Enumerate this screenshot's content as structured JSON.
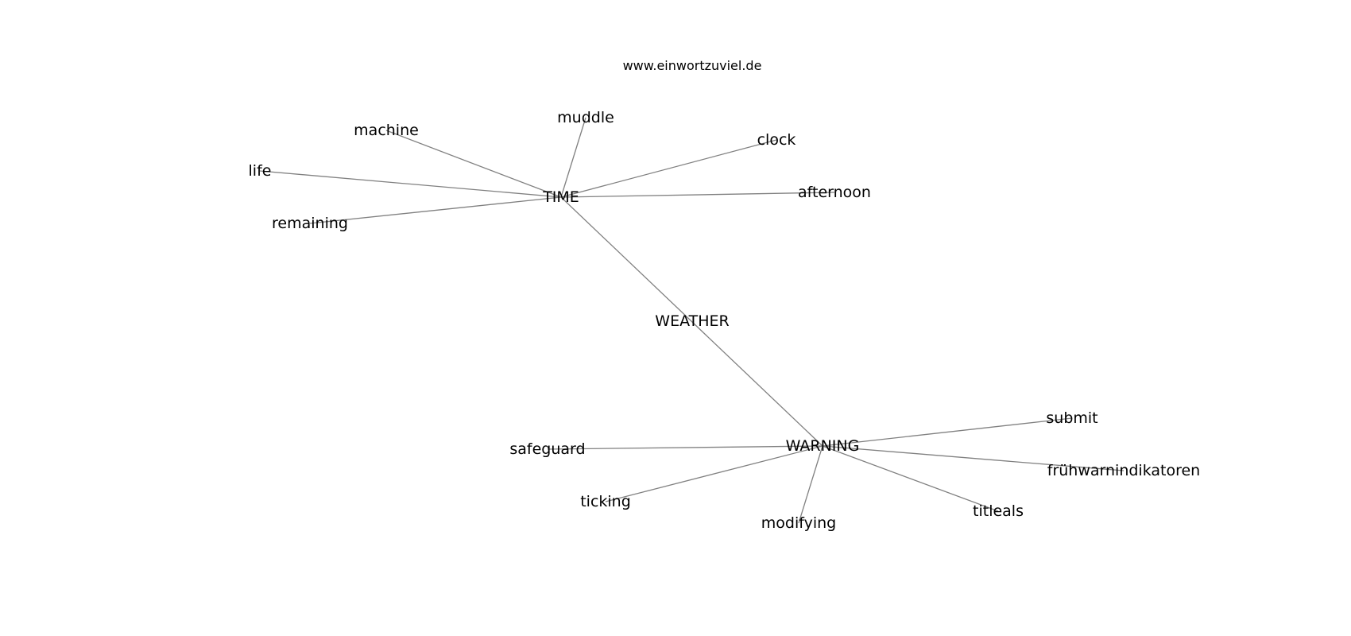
{
  "header": {
    "source": "www.einwortzuviel.de"
  },
  "graph": {
    "line_color": "#808080",
    "text_color": "#000000",
    "nodes": [
      {
        "id": "time",
        "label": "TIME"
      },
      {
        "id": "weather",
        "label": "WEATHER"
      },
      {
        "id": "warning",
        "label": "WARNING"
      },
      {
        "id": "machine",
        "label": "machine"
      },
      {
        "id": "muddle",
        "label": "muddle"
      },
      {
        "id": "clock",
        "label": "clock"
      },
      {
        "id": "life",
        "label": "life"
      },
      {
        "id": "afternoon",
        "label": "afternoon"
      },
      {
        "id": "remaining",
        "label": "remaining"
      },
      {
        "id": "submit",
        "label": "submit"
      },
      {
        "id": "safeguard",
        "label": "safeguard"
      },
      {
        "id": "fruehwarnindikatoren",
        "label": "frühwarnindikatoren"
      },
      {
        "id": "ticking",
        "label": "ticking"
      },
      {
        "id": "titleals",
        "label": "titleals"
      },
      {
        "id": "modifying",
        "label": "modifying"
      }
    ],
    "edges": [
      {
        "from": "time",
        "to": "machine"
      },
      {
        "from": "time",
        "to": "muddle"
      },
      {
        "from": "time",
        "to": "clock"
      },
      {
        "from": "time",
        "to": "life"
      },
      {
        "from": "time",
        "to": "afternoon"
      },
      {
        "from": "time",
        "to": "remaining"
      },
      {
        "from": "time",
        "to": "warning"
      },
      {
        "from": "warning",
        "to": "submit"
      },
      {
        "from": "warning",
        "to": "safeguard"
      },
      {
        "from": "warning",
        "to": "fruehwarnindikatoren"
      },
      {
        "from": "warning",
        "to": "ticking"
      },
      {
        "from": "warning",
        "to": "titleals"
      },
      {
        "from": "warning",
        "to": "modifying"
      }
    ]
  }
}
